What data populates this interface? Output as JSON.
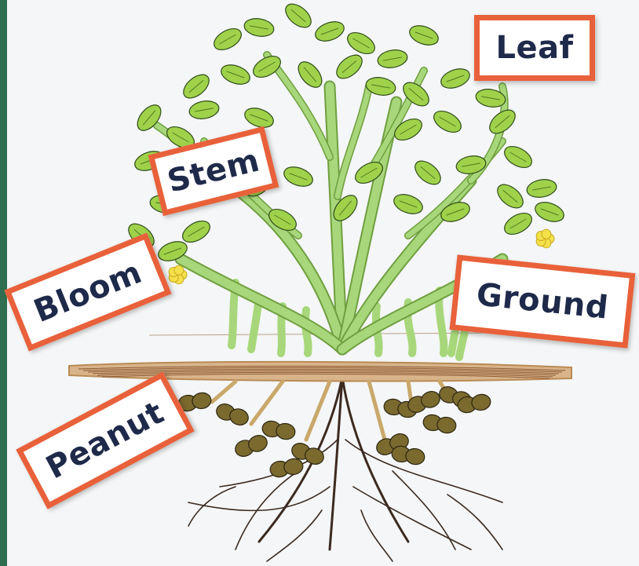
{
  "diagram": {
    "labels": {
      "leaf": "Leaf",
      "stem": "Stem",
      "bloom": "Bloom",
      "ground": "Ground",
      "peanut": "Peanut"
    }
  },
  "colors": {
    "card_border": "#e8613a",
    "card_text": "#1f2a4a",
    "leaf_fill": "#9fd24a",
    "stem_fill": "#a7d77a",
    "ground_line": "#b98a55",
    "peanut_fill": "#7a6a2e",
    "root_stroke": "#3b2a20",
    "flower_fill": "#f4e14a",
    "edge": "#2f6e50"
  }
}
